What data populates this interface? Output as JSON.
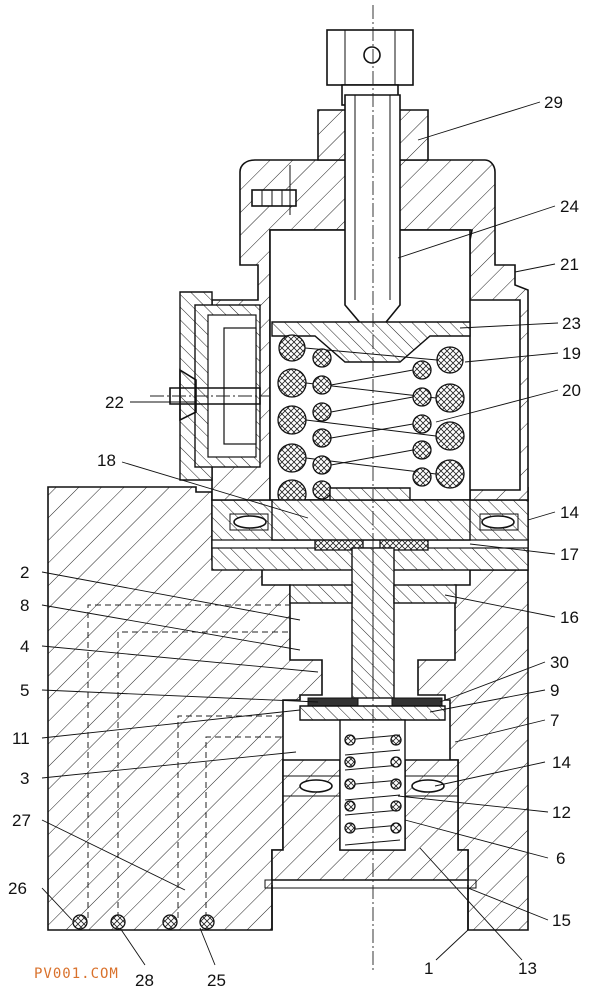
{
  "callouts": [
    {
      "id": "29",
      "label": "29"
    },
    {
      "id": "24",
      "label": "24"
    },
    {
      "id": "21",
      "label": "21"
    },
    {
      "id": "23",
      "label": "23"
    },
    {
      "id": "19",
      "label": "19"
    },
    {
      "id": "20",
      "label": "20"
    },
    {
      "id": "22",
      "label": "22"
    },
    {
      "id": "18",
      "label": "18"
    },
    {
      "id": "14a",
      "label": "14"
    },
    {
      "id": "17",
      "label": "17"
    },
    {
      "id": "2",
      "label": "2"
    },
    {
      "id": "16",
      "label": "16"
    },
    {
      "id": "8",
      "label": "8"
    },
    {
      "id": "4",
      "label": "4"
    },
    {
      "id": "30",
      "label": "30"
    },
    {
      "id": "5",
      "label": "5"
    },
    {
      "id": "9",
      "label": "9"
    },
    {
      "id": "11",
      "label": "11"
    },
    {
      "id": "7",
      "label": "7"
    },
    {
      "id": "3",
      "label": "3"
    },
    {
      "id": "14b",
      "label": "14"
    },
    {
      "id": "12",
      "label": "12"
    },
    {
      "id": "27",
      "label": "27"
    },
    {
      "id": "6",
      "label": "6"
    },
    {
      "id": "26",
      "label": "26"
    },
    {
      "id": "15",
      "label": "15"
    },
    {
      "id": "28",
      "label": "28"
    },
    {
      "id": "25",
      "label": "25"
    },
    {
      "id": "1",
      "label": "1"
    },
    {
      "id": "13",
      "label": "13"
    }
  ],
  "watermark": "PV001.COM"
}
